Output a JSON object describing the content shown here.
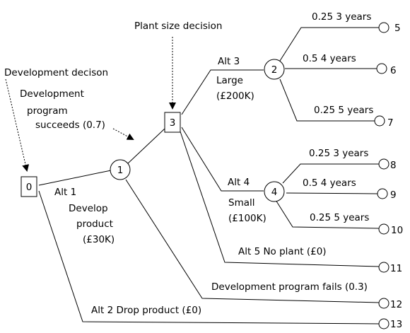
{
  "annotations": {
    "plant_size_decision": "Plant size decision",
    "development_decision": "Development decison",
    "dev_succeeds_line1": "Development",
    "dev_succeeds_line2": "program",
    "dev_succeeds_line3": "succeeds (0.7)"
  },
  "nodes": {
    "n0": "0",
    "n1": "1",
    "n2": "2",
    "n3": "3",
    "n4": "4"
  },
  "terminals": {
    "t5": "5",
    "t6": "6",
    "t7": "7",
    "t8": "8",
    "t9": "9",
    "t10": "10",
    "t11": "11",
    "t12": "12",
    "t13": "13"
  },
  "branches": {
    "alt1_line1": "Alt 1",
    "alt1_line2": "Develop",
    "alt1_line3": "product",
    "alt1_line4": "(£30K)",
    "alt2": "Alt 2 Drop product (£0)",
    "dev_fails": "Development program fails (0.3)",
    "alt3_line1": "Alt 3",
    "alt3_line2": "Large",
    "alt3_line3": "(£200K)",
    "alt4_line1": "Alt 4",
    "alt4_line2": "Small",
    "alt4_line3": "(£100K)",
    "alt5": "Alt 5 No plant (£0)",
    "large_3y": "0.25 3 years",
    "large_4y": "0.5 4 years",
    "large_5y": "0.25 5 years",
    "small_3y": "0.25 3 years",
    "small_4y": "0.5 4 years",
    "small_5y": "0.25 5 years"
  }
}
